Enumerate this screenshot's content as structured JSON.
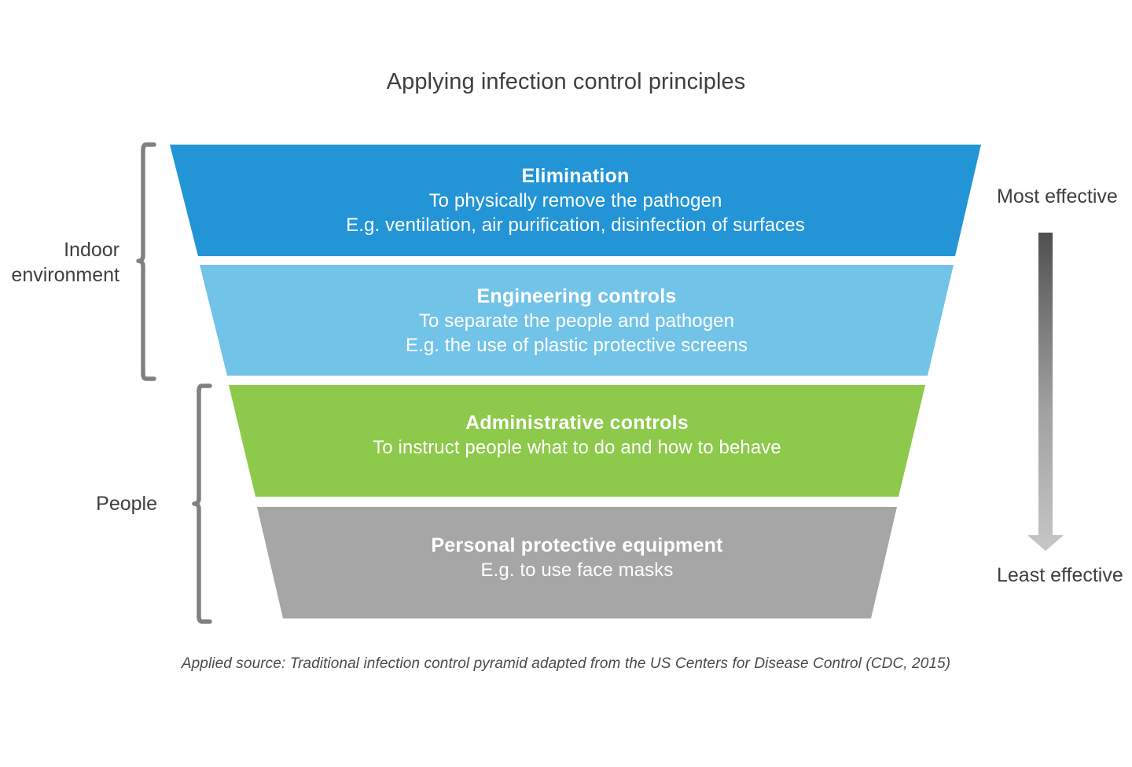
{
  "title": "Applying infection control principles",
  "source_note": "Applied source: Traditional infection control pyramid adapted from the US Centers for Disease Control (CDC, 2015)",
  "colors": {
    "background": "#ffffff",
    "text": "#3f3f3f",
    "bracket": "#808080",
    "arrow_top": "#555555",
    "arrow_bottom": "#c2c2c2",
    "band_elimination": "#2395d6",
    "band_engineering": "#72c3e8",
    "band_administrative": "#8dc94a",
    "band_ppe": "#a6a6a6"
  },
  "chart_data": {
    "type": "funnel",
    "title": "Applying infection control principles",
    "orientation": "inverted-pyramid",
    "ordering": "most effective at top to least effective at bottom",
    "levels": [
      {
        "rank": 1,
        "name": "Elimination",
        "description": "To physically remove the pathogen",
        "example": "E.g. ventilation, air purification, disinfection of surfaces",
        "color": "#2395d6",
        "group": "Indoor environment"
      },
      {
        "rank": 2,
        "name": "Engineering controls",
        "description": "To separate the people and pathogen",
        "example": "E.g. the use of plastic protective screens",
        "color": "#72c3e8",
        "group": "Indoor environment"
      },
      {
        "rank": 3,
        "name": "Administrative controls",
        "description": "To instruct people what to do and how to behave",
        "example": "",
        "color": "#8dc94a",
        "group": "People"
      },
      {
        "rank": 4,
        "name": "Personal protective equipment",
        "description": "E.g. to use face masks",
        "example": "",
        "color": "#a6a6a6",
        "group": "People"
      }
    ],
    "groups": [
      {
        "label": "Indoor\nenvironment",
        "levels": [
          "Elimination",
          "Engineering controls"
        ]
      },
      {
        "label": "People",
        "levels": [
          "Administrative controls",
          "Personal protective equipment"
        ]
      }
    ],
    "effectiveness_axis": {
      "top": "Most effective",
      "bottom": "Least effective"
    }
  },
  "bands": [
    {
      "title": "Elimination",
      "line2": "To physically remove the pathogen",
      "line3": "E.g. ventilation, air purification, disinfection of surfaces"
    },
    {
      "title": "Engineering controls",
      "line2": "To separate the people and pathogen",
      "line3": "E.g. the use of plastic protective screens"
    },
    {
      "title": "Administrative controls",
      "line2": "To instruct people what to do and how to behave",
      "line3": ""
    },
    {
      "title": "Personal protective equipment",
      "line2": "E.g. to use face masks",
      "line3": ""
    }
  ],
  "groups": [
    {
      "label_line1": "Indoor",
      "label_line2": "environment"
    },
    {
      "label_line1": "People",
      "label_line2": ""
    }
  ],
  "effectiveness": {
    "most": "Most effective",
    "least": "Least effective"
  }
}
